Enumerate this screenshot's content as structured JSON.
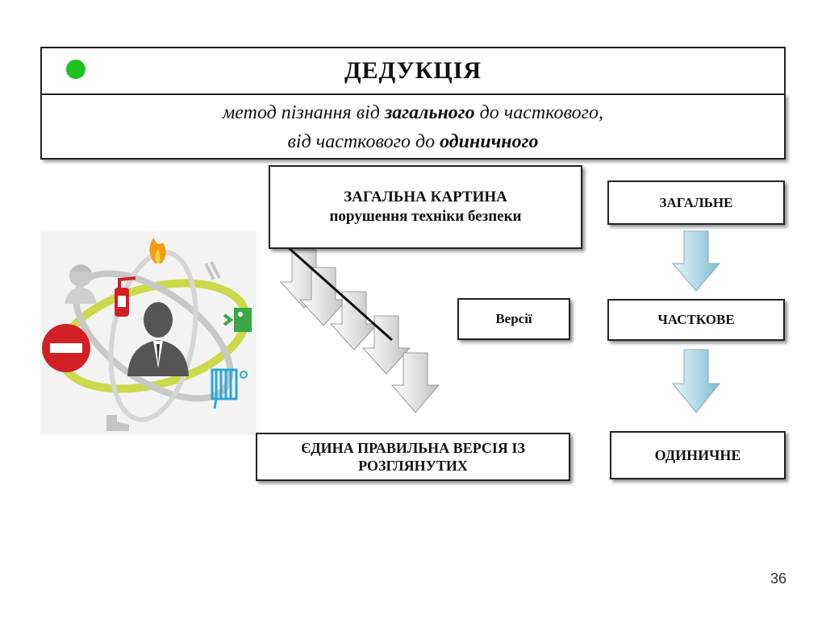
{
  "header": {
    "title": "ДЕДУКЦІЯ",
    "definition_line1_a": "метод пізнання від ",
    "definition_line1_b": "загального",
    "definition_line1_c": " до часткового,",
    "definition_line2_a": "від часткового до ",
    "definition_line2_b": "одиничного"
  },
  "left_flow": {
    "general_picture_title": "ЗАГАЛЬНА КАРТИНА",
    "general_picture_subtitle": "порушення техніки безпеки",
    "versions": "Версії",
    "single_correct": "ЄДИНА ПРАВИЛЬНА ВЕРСІЯ ІЗ РОЗГЛЯНУТИХ"
  },
  "right_flow": {
    "general": "ЗАГАЛЬНЕ",
    "partial": "ЧАСТКОВЕ",
    "single": "ОДИНИЧНЕ"
  },
  "colors": {
    "dot": "#1ec31e",
    "arrow_blue": "#a9d4e4",
    "arrow_gray": "#d8d8d8"
  },
  "footer": {
    "page_number": "36"
  }
}
